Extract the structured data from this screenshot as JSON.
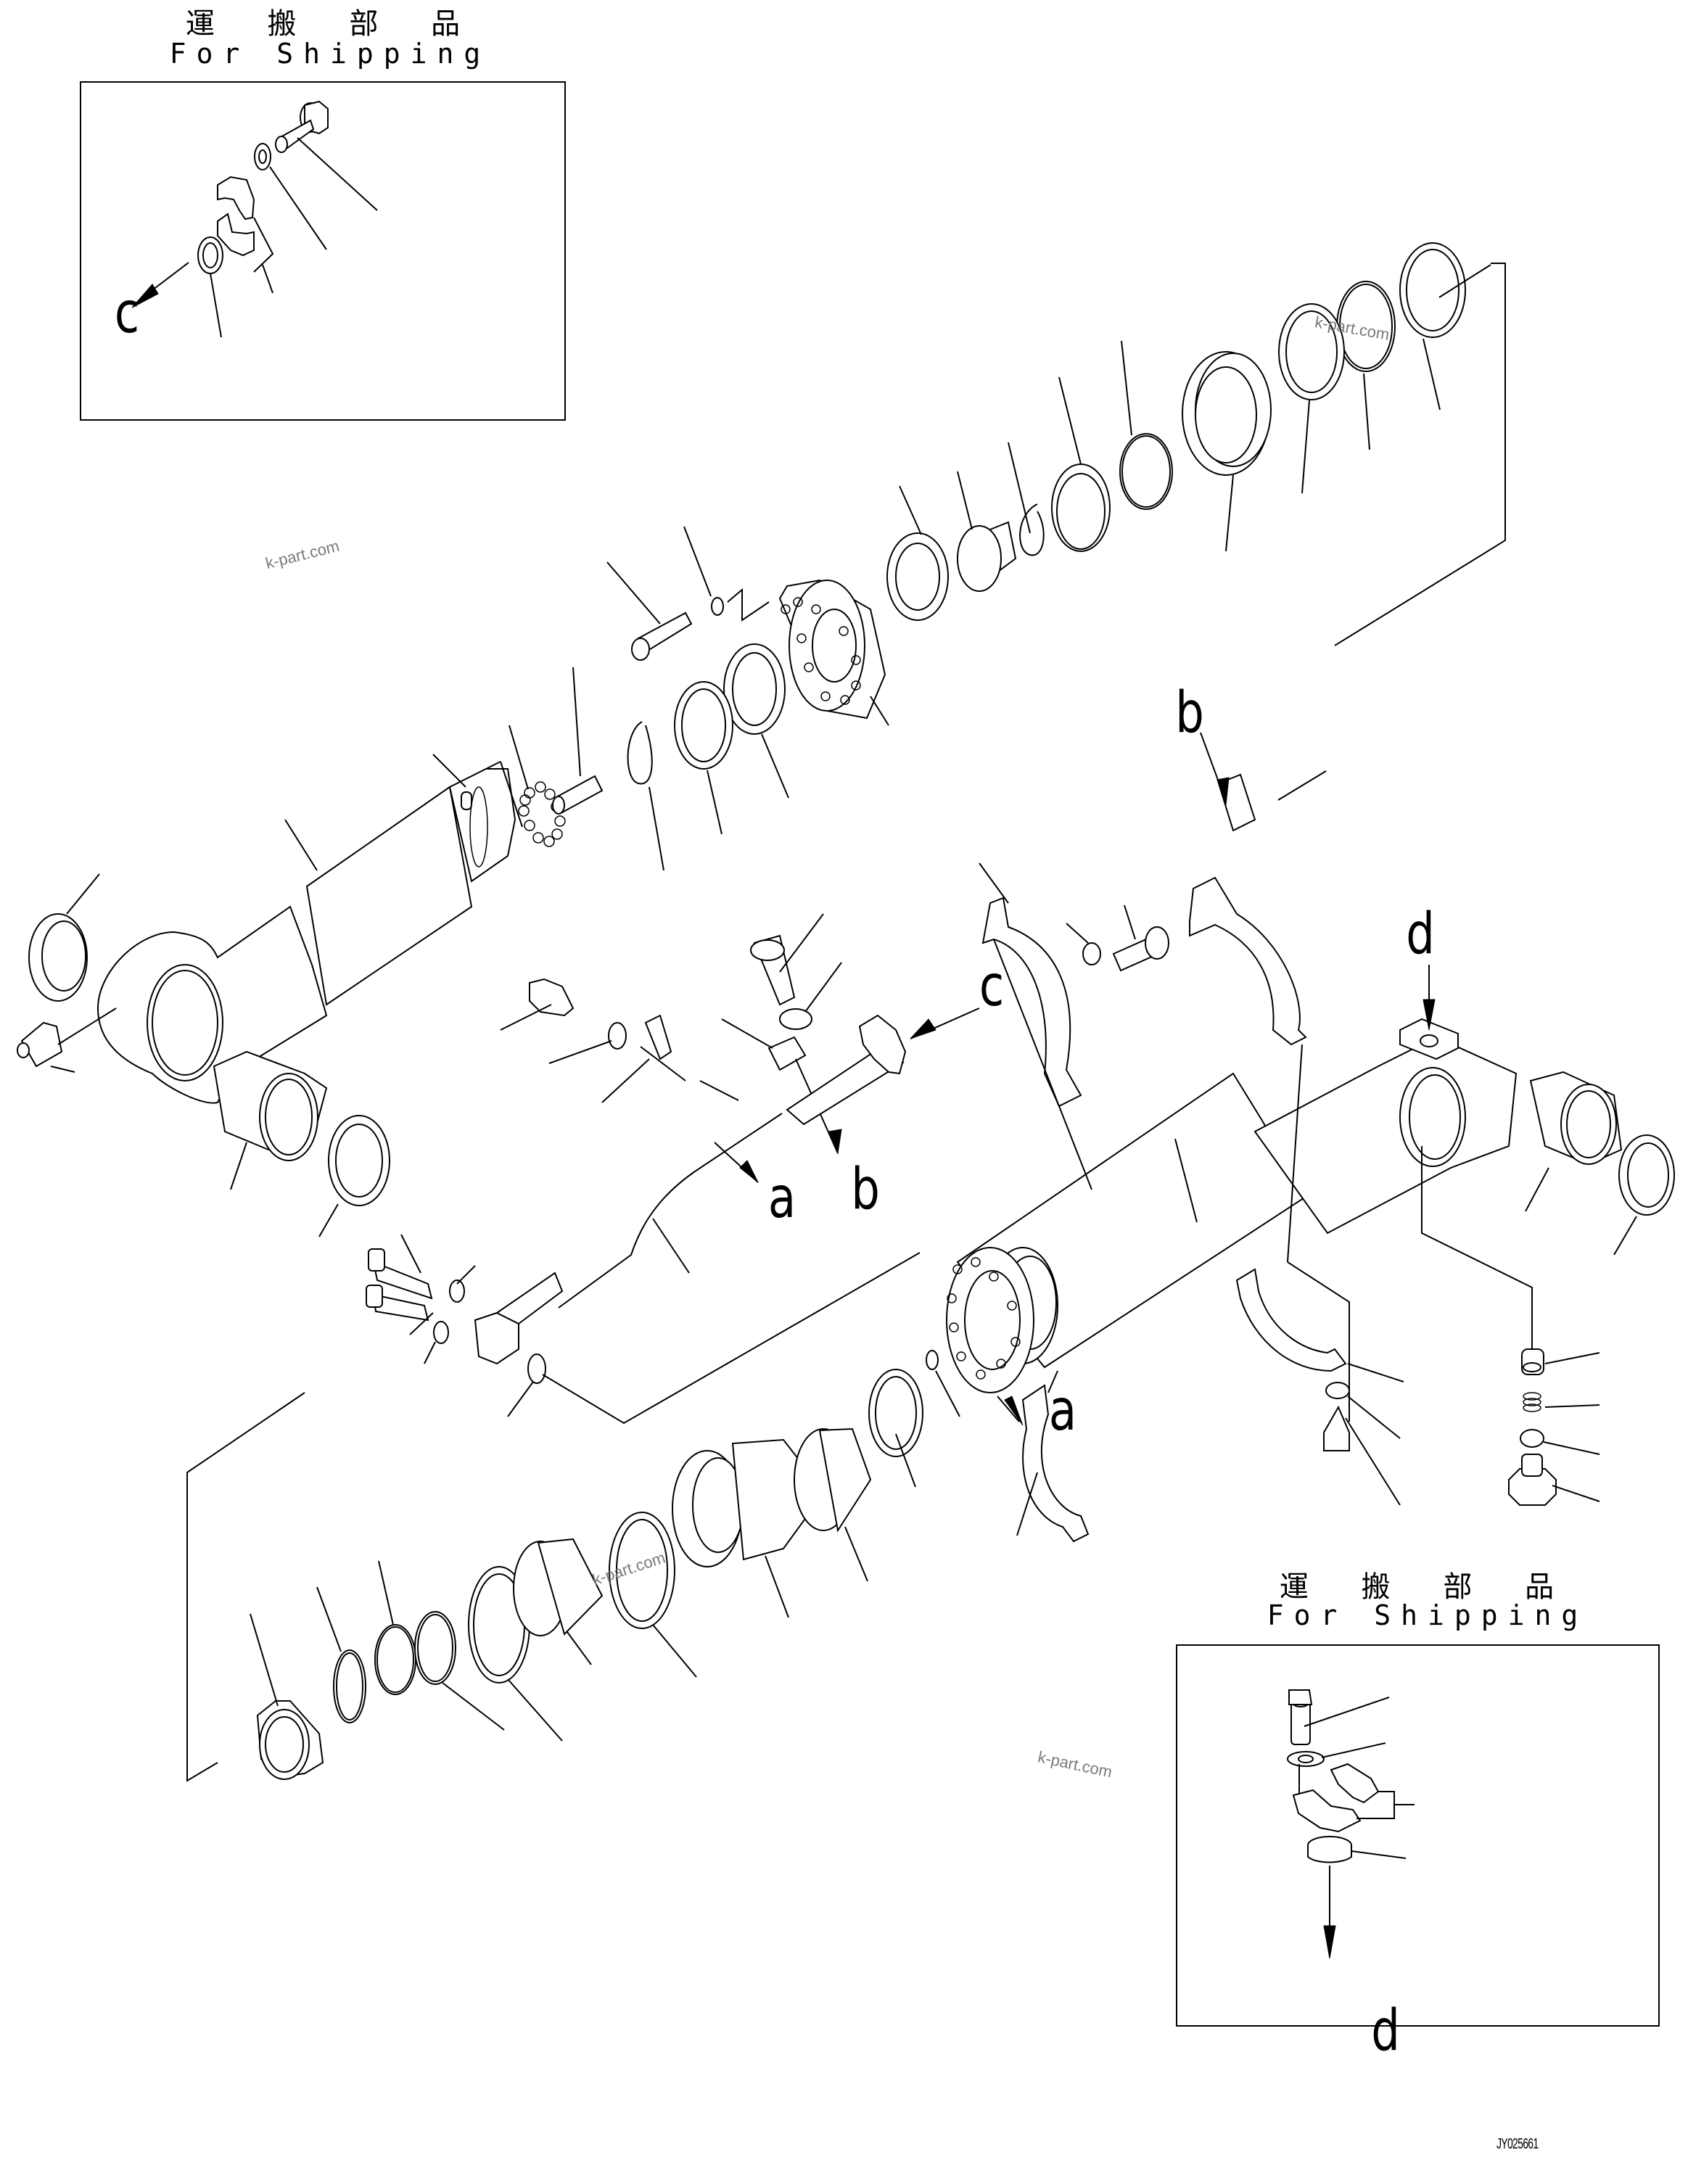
{
  "drawing": {
    "type": "exploded parts diagram",
    "subject": "hydraulic cylinder assembly",
    "drawing_id": "JY025661",
    "line_color": "#000000",
    "background": "#ffffff"
  },
  "shipping_groups": [
    {
      "position": "top-left",
      "heading_jp": "運 搬 部 品",
      "heading_en": "For Shipping",
      "callout_letter": "c",
      "parts": [
        "bolt",
        "washer",
        "split flange (pair)",
        "o-ring"
      ]
    },
    {
      "position": "bottom-right",
      "heading_jp": "運 搬 部 品",
      "heading_en": "For Shipping",
      "callout_letter": "d",
      "parts": [
        "bolt",
        "washer",
        "split flange (pair)",
        "cap/plug"
      ]
    }
  ],
  "callouts": [
    {
      "id": "c-shipping",
      "letter": "c"
    },
    {
      "id": "b-upper-clamp",
      "letter": "b"
    },
    {
      "id": "d-bottom-port",
      "letter": "d"
    },
    {
      "id": "c-pipe-flange",
      "letter": "c"
    },
    {
      "id": "a-pipe-clamp",
      "letter": "a"
    },
    {
      "id": "b-pipe-clamp",
      "letter": "b"
    },
    {
      "id": "a-lower-clamp",
      "letter": "a"
    },
    {
      "id": "d-shipping",
      "letter": "d"
    }
  ],
  "watermarks": [
    {
      "text": "k-part.com"
    },
    {
      "text": "k-part.com"
    },
    {
      "text": "k-part.com"
    },
    {
      "text": "k-part.com"
    }
  ],
  "assemblies": {
    "rod": [
      "grease fitting",
      "rod end bushing",
      "dust seal",
      "piston rod",
      "plug",
      "steel balls",
      "set screw"
    ],
    "head": [
      "snap ring",
      "dust seal",
      "rod seal",
      "cylinder head",
      "bolt",
      "washer",
      "buffer ring",
      "bushing",
      "snap ring",
      "o-ring",
      "backup ring",
      "cushion ring",
      "o-ring",
      "backup ring",
      "ring"
    ],
    "piston": [
      "nut",
      "o-ring",
      "backup ring",
      "o-ring",
      "wear ring",
      "piston ring",
      "wear ring",
      "piston",
      "cushion plunger",
      "ring",
      "set screw"
    ],
    "tube": [
      "cylinder tube",
      "bushing",
      "dust seal",
      "port plug",
      "spring",
      "ball",
      "plug"
    ],
    "piping": [
      "pipe",
      "bolts",
      "washers",
      "clamp",
      "flange",
      "o-ring",
      "clamp bands"
    ]
  }
}
